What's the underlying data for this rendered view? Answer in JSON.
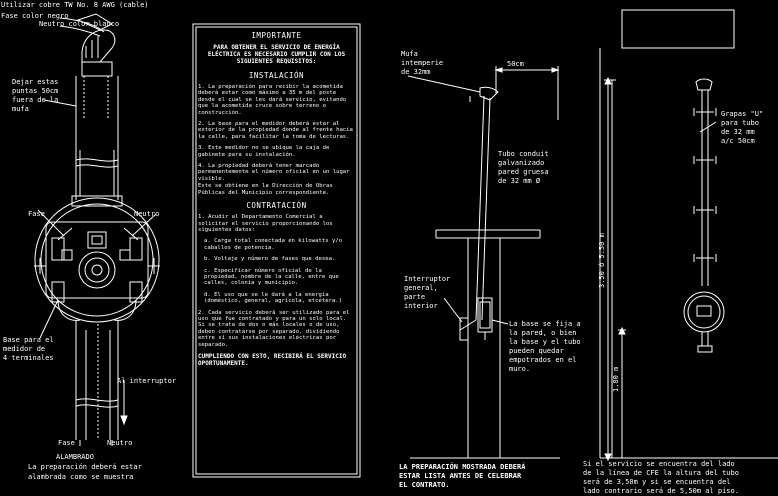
{
  "left": {
    "top_cable": "Utilizar cobre TW No. 8 AWG (cable)",
    "neg_phase": "Fase color negro",
    "neutral_white": "Neutro color blanco",
    "leave_ends_1": "Dejar estas",
    "leave_ends_2": "puntas 50cm",
    "leave_ends_3": "fuera de la",
    "leave_ends_4": "mufa",
    "fase": "Fase",
    "neutro": "Neutro",
    "base_1": "Base para el",
    "base_2": "medidor de",
    "base_3": "4 terminales",
    "al_interruptor": "Al interruptor",
    "fase_bottom": "Fase",
    "neutro_bottom": "Neutro",
    "title": "ALAMBRADO",
    "caption_1": "La preparación deberá estar",
    "caption_2": "alambrada como se muestra"
  },
  "notes": {
    "title": "IMPORTANTE",
    "intro": "PARA OBTENER EL SERVICIO DE ENERGÍA ELÉCTRICA ES NECESARIO CUMPLIR CON LOS SIGUIENTES REQUISITOS:",
    "install_title": "INSTALACIÓN",
    "i1": "1. La preparación para recibir la acometida deberá estar como máximo a 35 m del poste desde el cual se les dará servicio, evitando que la acometida cruce sobre terreno o construcción.",
    "i2": "2. La base para el medidor deberá estar al exterior de la propiedad donde al frente hacia la calle, para facilitar la toma de lecturas.",
    "i3": "3. Este medidor no se ubique la caja de gabinete para su instalación.",
    "i4": "4. La propiedad deberá tener marcado permanentemente el número oficial en un lugar visible.",
    "i4b": "Este se obtiene en la Dirección de Obras Públicas del Municipio correspondiente.",
    "contract_title": "CONTRATACIÓN",
    "c1": "1. Acudir al Departamento Comercial a solicitar el servicio proporcionando los siguientes datos:",
    "c1a": "a. Carga total conectada en kilowatts y/o caballos de potencia.",
    "c1b": "b. Voltaje y número de fases que desea.",
    "c1c": "c. Especificar número oficial de la propiedad, nombre de la calle, entre que calles, colonia y municipio.",
    "c1d": "d. El uso que se le dará a la energía (doméstico, general, agrícola, etcétera.)",
    "c2": "2. Cada servicio deberá ser utilizado para el uso que fue contratado y para un solo local. Si se trata de dos o más locales o de uso, deben contratarse por separado, dividiendo entre sí sus instalaciones eléctricas por separado.",
    "footer": "CUMPLIENDO CON ESTO, RECIBIRÁ EL SERVICIO OPORTUNAMENTE."
  },
  "middle": {
    "mufa_1": "Mufa",
    "mufa_2": "intemperie",
    "mufa_3": "de 32mm",
    "dim_50": "50cm",
    "tubo_1": "Tubo conduit",
    "tubo_2": "galvanizado",
    "tubo_3": "pared gruesa",
    "tubo_4": "de 32 mm Ø",
    "int_1": "Interruptor",
    "int_2": "general,",
    "int_3": "parte",
    "int_4": "interior",
    "base_1": "La base se fija a",
    "base_2": "la pared, o bien",
    "base_3": "la base y el tubo",
    "base_4": "pueden quedar",
    "base_5": "empotrados en el",
    "base_6": "muro.",
    "bottom_1": "LA PREPARACIÓN MOSTRADA DEBERÁ",
    "bottom_2": "ESTAR LISTA ANTES DE CELEBRAR",
    "bottom_3": "EL CONTRATO."
  },
  "right": {
    "grapas_1": "Grapas \"U\"",
    "grapas_2": "para tubo",
    "grapas_3": "de 32 mm",
    "grapas_4": "a/c 50cm",
    "dim_tall": "3.50 ó 5.50 m",
    "dim_short": "1.80 m",
    "note_1": "Si el servicio se encuentra del lado",
    "note_2": "de la línea de CFE la altura del tubo",
    "note_3": "será de 3,50m y si se encuentra del",
    "note_4": "lado contrario será de 5,50m al piso."
  }
}
